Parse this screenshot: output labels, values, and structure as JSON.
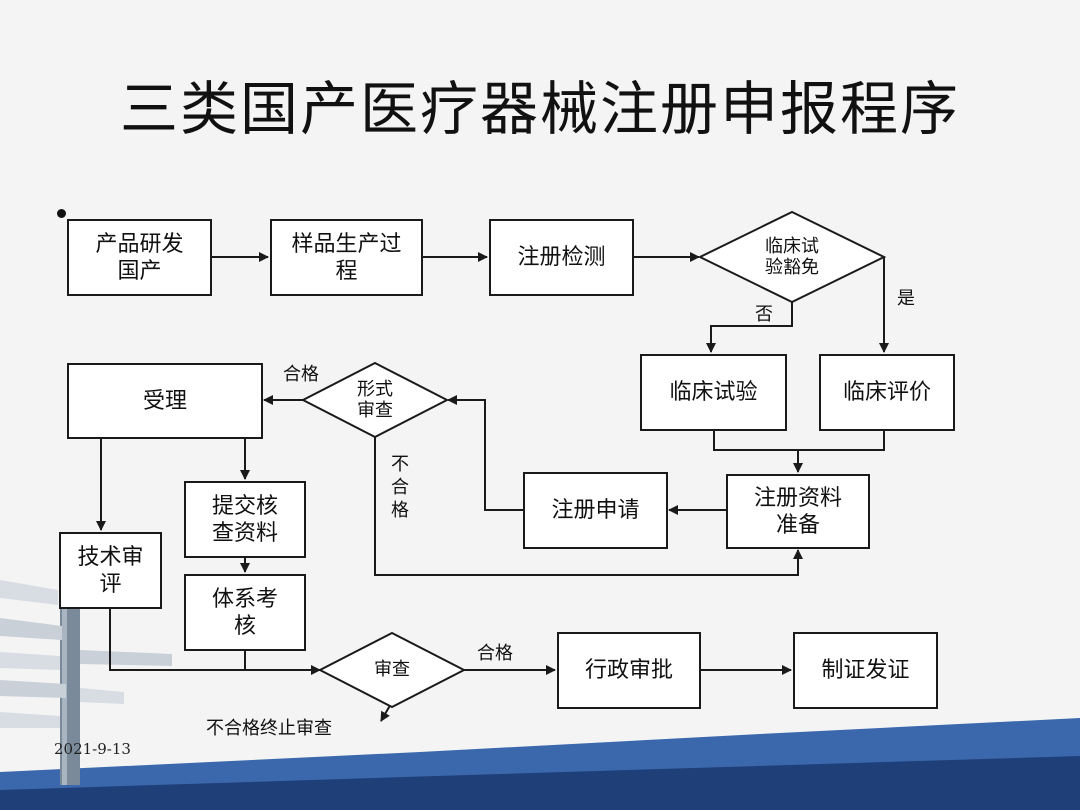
{
  "title": "三类国产医疗器械注册申报程序",
  "date": "2021-9-13",
  "nodes": {
    "product_rd": "产品研发国产",
    "sample_production": "样品生产过程",
    "registration_test": "注册检测",
    "clinical_exempt": "临床试验豁免",
    "clinical_trial": "临床试验",
    "clinical_evaluation": "临床评价",
    "registration_docs": "注册资料准备",
    "registration_application": "注册申请",
    "formal_review": "形式审查",
    "acceptance": "受理",
    "submit_verification": "提交核查资料",
    "system_assessment": "体系考核",
    "technical_review": "技术审评",
    "review": "审查",
    "admin_approval": "行政审批",
    "certificate_issue": "制证发证"
  },
  "edge_labels": {
    "no": "否",
    "yes": "是",
    "pass_formal": "合格",
    "fail_formal": "不合格",
    "pass_review": "合格",
    "fail_terminate": "不合格终止审查"
  },
  "colors": {
    "background": "#f4f4f4",
    "line": "#1a1a1a",
    "band_dark": "#1f3f78",
    "band_light": "#3b68ad"
  }
}
